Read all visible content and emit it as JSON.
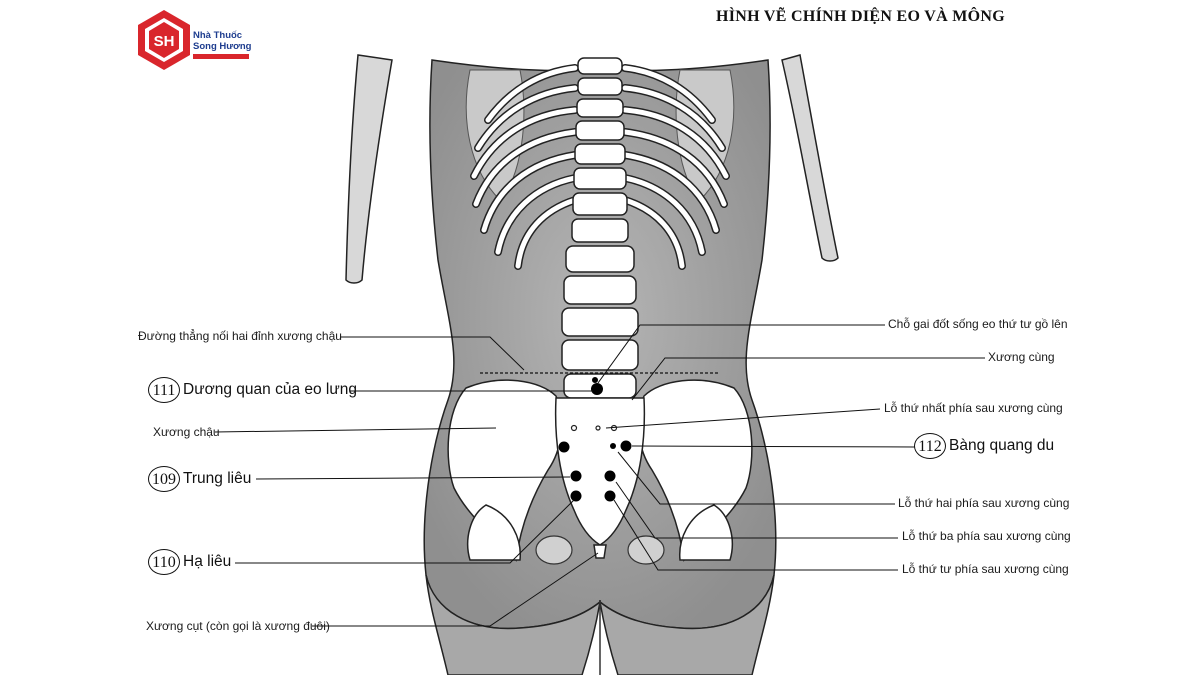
{
  "title": "HÌNH VẼ CHÍNH DIỆN EO VÀ MÔNG",
  "brand": {
    "name_line1": "Nhà Thuốc",
    "name_line2": "Song Hương",
    "logo_mark": "SH",
    "colors": {
      "red": "#d9262c",
      "navy": "#1e3d8f"
    }
  },
  "labels_left": [
    {
      "id": "duong-thang",
      "text": "Đường thẳng nối hai đỉnh xương chậu"
    },
    {
      "id": "xuong-chau",
      "text": "Xương chậu"
    },
    {
      "id": "xuong-cut",
      "text": "Xương cụt (còn gọi là xương đuôi)"
    }
  ],
  "labels_right": [
    {
      "id": "cho-gai",
      "text": "Chỗ gai đốt sống eo thứ tư gồ lên"
    },
    {
      "id": "xuong-cung",
      "text": "Xương cùng"
    },
    {
      "id": "lo-1",
      "text": "Lỗ thứ nhất phía sau xương cùng"
    },
    {
      "id": "lo-2",
      "text": "Lỗ thứ hai phía sau xương cùng"
    },
    {
      "id": "lo-3",
      "text": "Lỗ thứ ba phía sau xương cùng"
    },
    {
      "id": "lo-4",
      "text": "Lỗ thứ tư phía sau xương cùng"
    }
  ],
  "acupoints": [
    {
      "id": "111",
      "number": "111",
      "name": "Dương quan của eo lưng"
    },
    {
      "id": "109",
      "number": "109",
      "name": "Trung liêu"
    },
    {
      "id": "110",
      "number": "110",
      "name": "Hạ liêu"
    },
    {
      "id": "112",
      "number": "112",
      "name": "Bàng quang du"
    }
  ]
}
